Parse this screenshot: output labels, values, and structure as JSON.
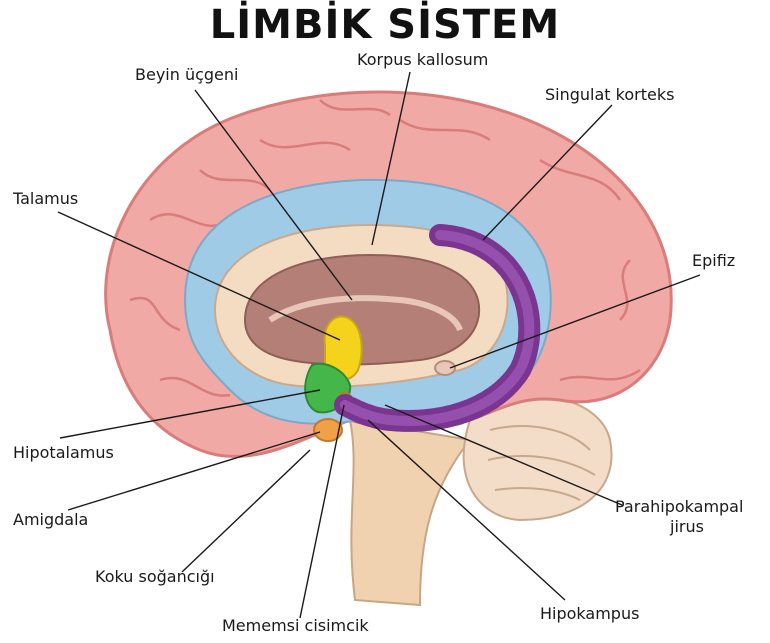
{
  "title": "LİMBİK SİSTEM",
  "labels": {
    "beyin_ucgeni": "Beyin üçgeni",
    "korpus_kallosum": "Korpus kallosum",
    "singulat_korteks": "Singulat korteks",
    "talamus": "Talamus",
    "epifiz": "Epifiz",
    "hipotalamus": "Hipotalamus",
    "amigdala": "Amigdala",
    "koku_sogancigi": "Koku soğancığı",
    "parahipokampal_jirus_1": "Parahipokampal",
    "parahipokampal_jirus_2": "jirus",
    "mememsi_cisimcik": "Mememsi cisimcik",
    "hipokampus": "Hipokampus"
  },
  "colors": {
    "cortex": "#f1a9a5",
    "cortex_dark": "#d97c7a",
    "cingulate": "#9fcbe6",
    "corpus": "#f4dcc2",
    "inner": "#b47f76",
    "thalamus": "#f5d31c",
    "hypothalamus": "#45b649",
    "amygdala": "#f0a046",
    "hippocampus": "#7a3591",
    "brainstem": "#f0d2b0",
    "cerebellum": "#f3ddc8"
  }
}
